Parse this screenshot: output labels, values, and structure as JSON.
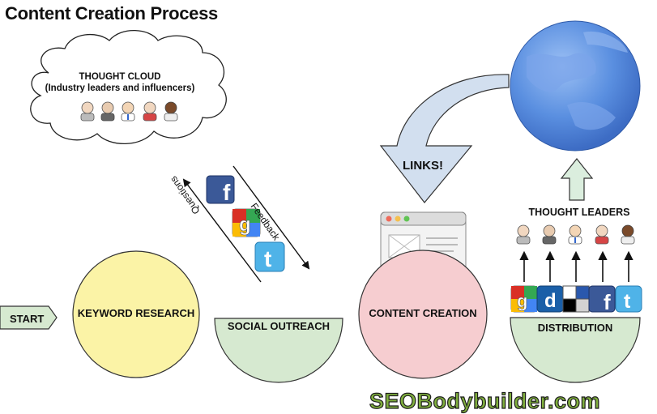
{
  "title": "Content Creation Process",
  "thought_cloud": {
    "heading": "THOUGHT CLOUD",
    "subheading": "(Industry leaders and influencers)"
  },
  "flow": {
    "start": "START",
    "keyword_research": "KEYWORD RESEARCH",
    "social_outreach": "SOCIAL OUTREACH",
    "content_creation": "CONTENT CREATION",
    "distribution": "DISTRIBUTION"
  },
  "arrows": {
    "links": "LINKS!",
    "feedback": "Feedback",
    "questions": "Questions"
  },
  "thought_leaders": "THOUGHT LEADERS",
  "brand": "SEOBodybuilder.com",
  "icons": {
    "social_outreach": [
      "facebook-icon",
      "google-icon",
      "twitter-icon"
    ],
    "distribution": [
      "google-icon",
      "digg-icon",
      "delicious-icon",
      "facebook-icon",
      "twitter-icon"
    ]
  },
  "colors": {
    "keyword_research": "#fbf3a6",
    "social_outreach": "#d6e9d0",
    "content_creation": "#f6cdd0",
    "distribution": "#d6e9d0",
    "start_tag": "#d6e9d0",
    "globe": "#5a8fe0",
    "links_arrow": "#d2dfef",
    "up_arrow": "#dbeede",
    "brand_green": "#7fae3d"
  }
}
